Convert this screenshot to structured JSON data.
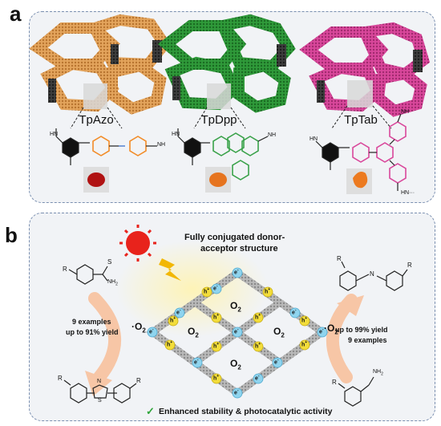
{
  "panel_a": {
    "label": "a",
    "cofs": [
      {
        "name": "TpAzo",
        "color": "#e3a45c",
        "dark": "#3b3b3b",
        "swatch": "#b01212"
      },
      {
        "name": "TpDpp",
        "color": "#2f9a3a",
        "dark": "#3b3b3b",
        "swatch": "#e6741e"
      },
      {
        "name": "TpTab",
        "color": "#d9479b",
        "dark": "#3b3b3b",
        "swatch": "#ec7a1f"
      }
    ],
    "structure_labels": {
      "hn": "HN",
      "nh": "NH",
      "hn_dots": "HN···"
    }
  },
  "panel_b": {
    "label": "b",
    "title_line1": "Fully conjugated donor-",
    "title_line2": "acceptor structure",
    "o2": "O",
    "o2_sub": "2",
    "o2_radical": "O",
    "hole": "h",
    "electron": "e",
    "left_note1": "9 examples",
    "left_note2": "up to 91% yield",
    "right_note1": "up to 99% yield",
    "right_note2": "9 examples",
    "left_reactant_r": "R",
    "left_reactant_s": "S",
    "left_reactant_nh2": "NH",
    "left_product_r1": "R",
    "left_product_r2": "R",
    "left_product_n": "N",
    "left_product_s": "S",
    "right_product_r1": "R",
    "right_product_n": "N",
    "right_product_r2": "R",
    "right_reactant_r": "R",
    "right_reactant_nh2": "NH",
    "check": "✓",
    "footer": "Enhanced stability & photocatalytic activity"
  },
  "colors": {
    "border": "#7a8fb0",
    "panel_bg": "#f1f3f6",
    "sun": "#e8231c",
    "bolt": "#f2b705",
    "arrow": "#f7c6a6",
    "electron": "#8fd4ee",
    "hole": "#f3dd3a",
    "check": "#2ea53a"
  }
}
